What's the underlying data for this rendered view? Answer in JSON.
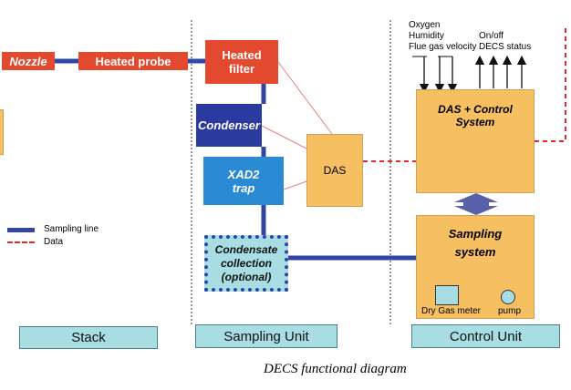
{
  "blocks": {
    "nozzle": "Nozzle",
    "heated_probe": "Heated probe",
    "heated_filter": "Heated filter",
    "condenser": "Condenser",
    "xad2_trap": "XAD2 trap",
    "das": "DAS",
    "condensate_collection": "Condensate collection (optional)",
    "das_control_system": "DAS + Control System",
    "sampling_system": "Sampling system",
    "dry_gas_meter": "Dry Gas meter",
    "pump": "pump"
  },
  "inputs": [
    "Oxygen",
    "Humidity",
    "Flue gas velocity"
  ],
  "outputs": [
    "On/off",
    "DECS status"
  ],
  "legend": {
    "sampling_line": "Sampling line",
    "data": "Data"
  },
  "sections": {
    "stack": "Stack",
    "sampling_unit": "Sampling Unit",
    "control_unit": "Control Unit"
  },
  "caption": "DECS functional diagram",
  "colors": {
    "sampling_line": "#2f46a4",
    "data_line": "#e02b2b",
    "red_block": "#e2492f",
    "orange_block": "#f5bf62",
    "dark_blue_block": "#2b3a9e",
    "blue_block": "#2b8ad4",
    "cyan_label": "#a7dde3"
  }
}
